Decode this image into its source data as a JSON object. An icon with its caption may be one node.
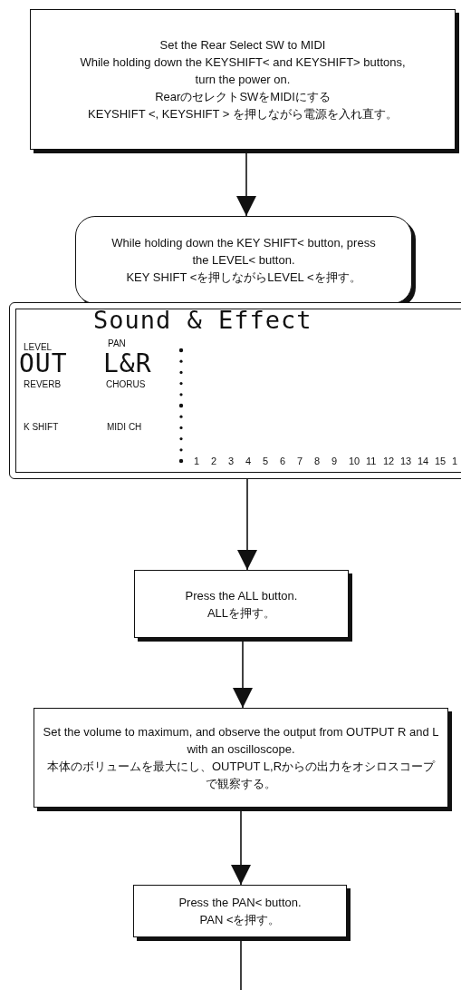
{
  "diagram": {
    "nodes": [
      {
        "text": [
          "Set the Rear Select SW to MIDI",
          "While holding down the KEYSHIFT< and KEYSHIFT> buttons, turn the power on.",
          "RearのセレクトSWをMIDIにする",
          "KEYSHIFT <, KEYSHIFT > を押しながら電源を入れ直す。"
        ]
      },
      {
        "text": [
          "While holding down the KEY SHIFT< button, press the LEVEL< button.",
          "KEY SHIFT <を押しながらLEVEL <を押す。"
        ]
      },
      {
        "text": [
          "Sound & Effect",
          "LEVEL",
          "PAN",
          "OUT",
          "L&R",
          "REVERB",
          "CHORUS",
          "K SHIFT",
          "MIDI CH",
          "1",
          "2",
          "3",
          "4",
          "5",
          "6",
          "7",
          "8",
          "9",
          "10",
          "11",
          "12",
          "13",
          "14",
          "15",
          "1"
        ]
      },
      {
        "text": [
          "Press the ALL button.",
          "ALLを押す。"
        ]
      },
      {
        "text": [
          "Set the volume to maximum, and observe the output from OUTPUT R and L with an oscilloscope.",
          "本体のボリュームを最大にし、OUTPUT L,Rからの出力をオシロスコープで観察する。"
        ]
      },
      {
        "text": [
          "Press the PAN< button.",
          "PAN <を押す。"
        ]
      }
    ],
    "edges": [
      {
        "from": 0,
        "to": 1,
        "arrow": "to"
      },
      {
        "from": 2,
        "to": 3,
        "arrow": "to"
      },
      {
        "from": 3,
        "to": 4,
        "arrow": "to"
      },
      {
        "from": 4,
        "to": 5,
        "arrow": "to"
      },
      {
        "from": 5,
        "to": null,
        "arrow": "none"
      }
    ]
  }
}
